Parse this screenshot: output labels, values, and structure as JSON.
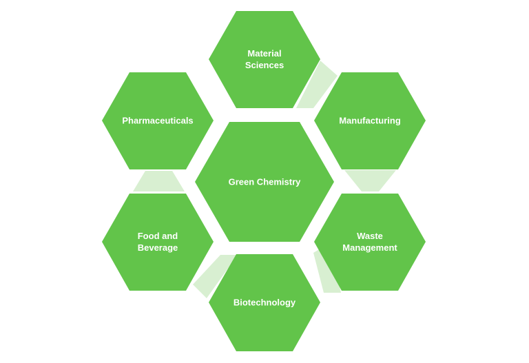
{
  "diagram": {
    "center": {
      "label": "Green Chemistry"
    },
    "nodes": {
      "material_sciences": {
        "line1": "Material",
        "line2": "Sciences"
      },
      "pharmaceuticals": {
        "label": "Pharmaceuticals"
      },
      "manufacturing": {
        "label": "Manufacturing"
      },
      "food_and_beverage": {
        "line1": "Food and",
        "line2": "Beverage"
      },
      "waste_management": {
        "line1": "Waste",
        "line2": "Management"
      },
      "biotechnology": {
        "label": "Biotechnology"
      }
    }
  },
  "colors": {
    "hexagon_fill": "#62c44a",
    "connector_fill": "#d8efd1",
    "text": "#ffffff",
    "background": "#ffffff"
  }
}
